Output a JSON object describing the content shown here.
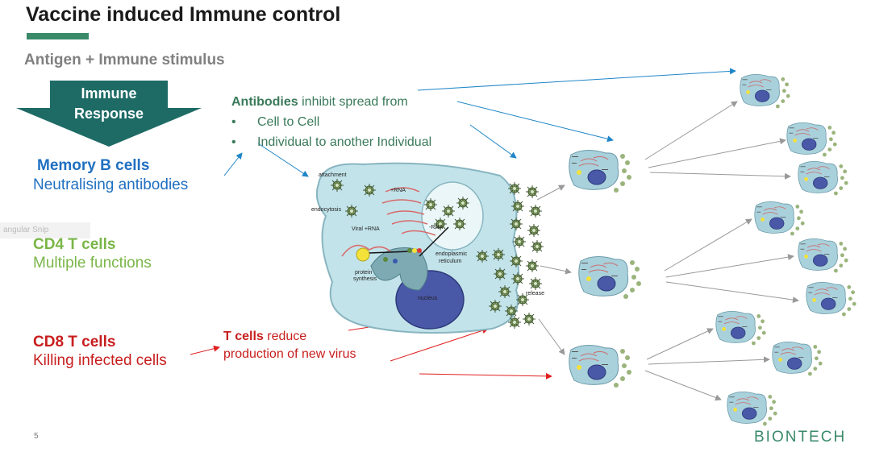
{
  "slide": {
    "title": "Vaccine induced Immune control",
    "subtitle": "Antigen + Immune stimulus",
    "page_number": "5",
    "logo_text": "BIONTECH",
    "snip_text": "angular Snip"
  },
  "arrow": {
    "line1": "Immune",
    "line2": "Response"
  },
  "cells": {
    "memory_b": {
      "title": "Memory B cells",
      "desc": "Neutralising antibodies"
    },
    "cd4": {
      "title": "CD4 T cells",
      "desc": "Multiple functions"
    },
    "cd8": {
      "title": "CD8 T cells",
      "desc": "Killing infected cells"
    }
  },
  "antibodies": {
    "bold": "Antibodies",
    "rest": " inhibit spread from",
    "bullets": [
      "Cell to Cell",
      "Individual to another Individual"
    ]
  },
  "tcells": {
    "bold": "T cells",
    "rest": " reduce",
    "line2": "production of new virus"
  },
  "diagram_labels": {
    "attachment": "attachment",
    "endocytosis": "endocytosis",
    "plus_rna": "+RNA",
    "minus_rna": "-RNA",
    "viral_rna": "Viral +RNA",
    "protein": "protein",
    "synthesis": "synthesis",
    "endoplasmic": "endoplasmic",
    "reticulum": "reticulum",
    "nucleus": "nucleus",
    "release": "release"
  },
  "colors": {
    "accent": "#3a8a6a",
    "arrow_fill": "#1e6b66",
    "blue": "#1f6fc1",
    "green": "#7ab648",
    "red": "#c81e1e"
  }
}
